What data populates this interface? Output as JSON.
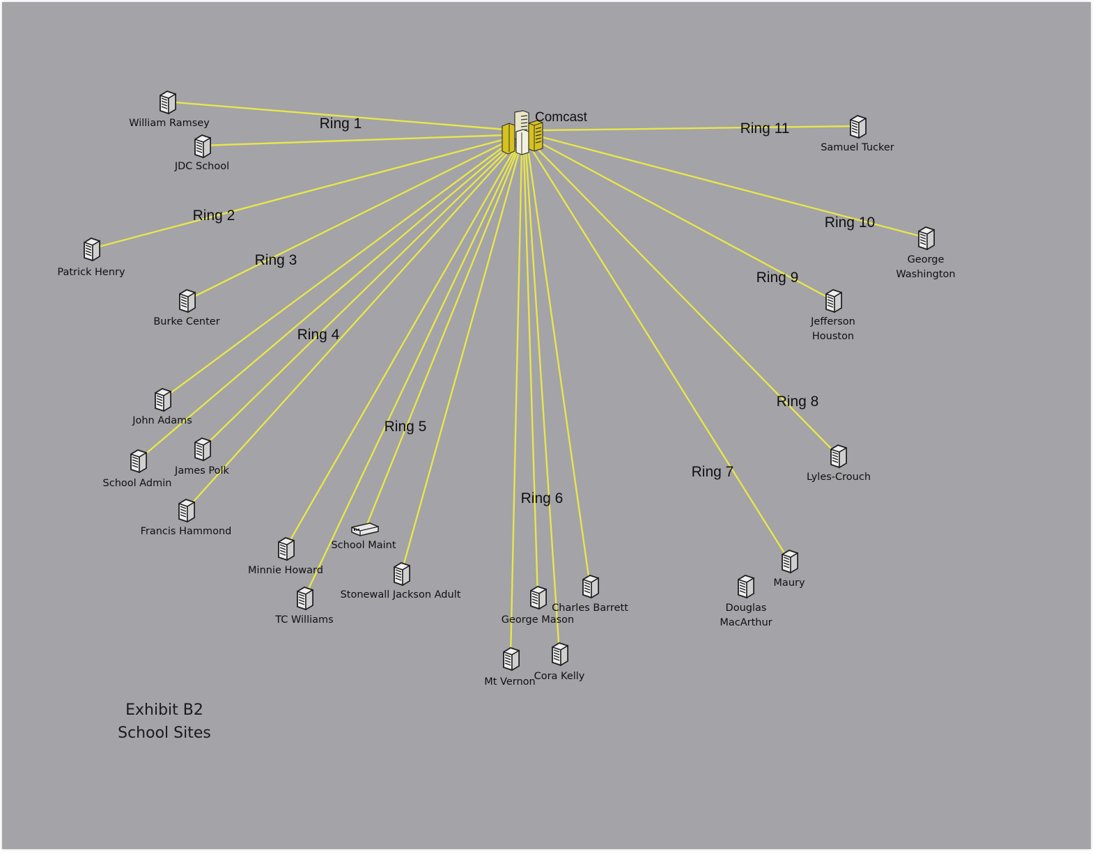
{
  "hub": {
    "label": "Comcast",
    "icon": "office-building-icon"
  },
  "rings": [
    "Ring 1",
    "Ring 2",
    "Ring 3",
    "Ring 4",
    "Ring 5",
    "Ring 6",
    "Ring 7",
    "Ring 8",
    "Ring 9",
    "Ring 10",
    "Ring 11"
  ],
  "sites": [
    {
      "id": "william-ramsey",
      "lines": [
        "William Ramsey"
      ],
      "ring": "Ring 1",
      "icon": "server-icon"
    },
    {
      "id": "jdc-school",
      "lines": [
        "JDC School"
      ],
      "ring": "Ring 1",
      "icon": "server-icon"
    },
    {
      "id": "patrick-henry",
      "lines": [
        "Patrick Henry"
      ],
      "ring": "Ring 2",
      "icon": "server-icon"
    },
    {
      "id": "burke-center",
      "lines": [
        "Burke Center"
      ],
      "ring": "Ring 3",
      "icon": "server-icon"
    },
    {
      "id": "john-adams",
      "lines": [
        "John Adams"
      ],
      "ring": "Ring 4",
      "icon": "server-icon"
    },
    {
      "id": "school-admin",
      "lines": [
        "School Admin"
      ],
      "ring": "Ring 4",
      "icon": "server-icon"
    },
    {
      "id": "james-polk",
      "lines": [
        "James Polk"
      ],
      "ring": "Ring 4",
      "icon": "server-icon"
    },
    {
      "id": "francis-hammond",
      "lines": [
        "Francis Hammond"
      ],
      "ring": "Ring 4",
      "icon": "server-icon"
    },
    {
      "id": "minnie-howard",
      "lines": [
        "Minnie Howard"
      ],
      "ring": "Ring 5",
      "icon": "server-icon"
    },
    {
      "id": "tc-williams",
      "lines": [
        "TC Williams"
      ],
      "ring": "Ring 5",
      "icon": "server-icon"
    },
    {
      "id": "school-maint",
      "lines": [
        "School Maint"
      ],
      "ring": "Ring 5",
      "icon": "network-switch-icon"
    },
    {
      "id": "stonewall-jackson-adult",
      "lines": [
        "Stonewall Jackson Adult"
      ],
      "ring": "Ring 5",
      "icon": "server-icon"
    },
    {
      "id": "mt-vernon",
      "lines": [
        "Mt Vernon"
      ],
      "ring": "Ring 6",
      "icon": "server-icon"
    },
    {
      "id": "george-mason",
      "lines": [
        "George Mason"
      ],
      "ring": "Ring 6",
      "icon": "server-icon"
    },
    {
      "id": "cora-kelly",
      "lines": [
        "Cora Kelly"
      ],
      "ring": "Ring 6",
      "icon": "server-icon"
    },
    {
      "id": "charles-barrett",
      "lines": [
        "Charles Barrett"
      ],
      "ring": "Ring 6",
      "icon": "server-icon"
    },
    {
      "id": "maury",
      "lines": [
        "Maury"
      ],
      "ring": "Ring 7",
      "icon": "server-icon"
    },
    {
      "id": "douglas-macarthur",
      "lines": [
        "Douglas",
        "MacArthur"
      ],
      "ring": "",
      "icon": "server-icon"
    },
    {
      "id": "lyles-crouch",
      "lines": [
        "Lyles-Crouch"
      ],
      "ring": "Ring 8",
      "icon": "server-icon"
    },
    {
      "id": "jefferson-houston",
      "lines": [
        "Jefferson",
        "Houston"
      ],
      "ring": "Ring 9",
      "icon": "server-icon"
    },
    {
      "id": "george-washington",
      "lines": [
        "George",
        "Washington"
      ],
      "ring": "Ring 10",
      "icon": "server-icon"
    },
    {
      "id": "samuel-tucker",
      "lines": [
        "Samuel Tucker"
      ],
      "ring": "Ring 11",
      "icon": "server-icon"
    }
  ],
  "caption": {
    "line1": "Exhibit B2",
    "line2": "School Sites"
  },
  "colors": {
    "background": "#a3a3a8",
    "link": "#e9e64a",
    "hub": "#d6c11f"
  }
}
